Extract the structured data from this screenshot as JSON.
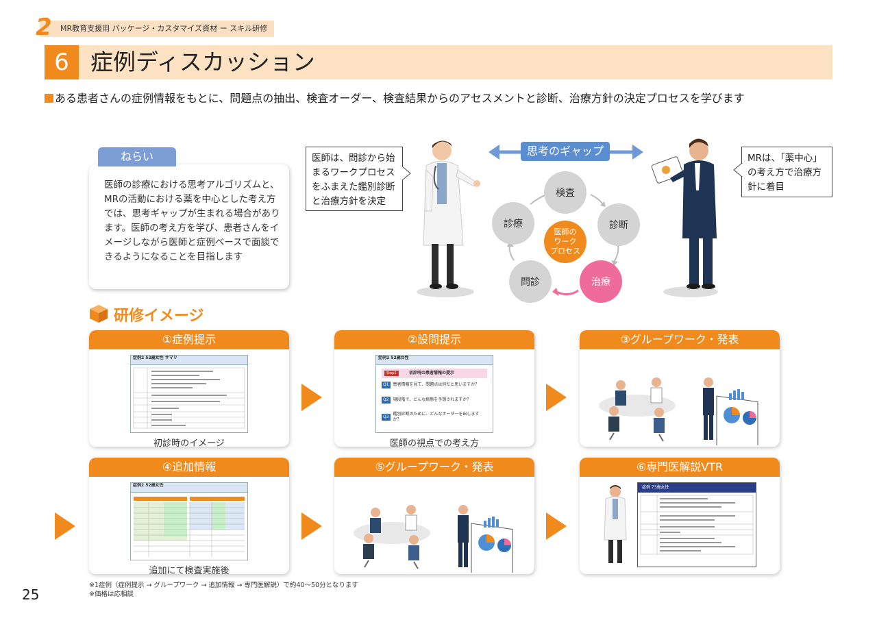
{
  "header": {
    "section_number": "2",
    "section_label": "MR教育支援用 パッケージ・カスタマイズ資材 ー スキル研修"
  },
  "title": {
    "number": "6",
    "text": "症例ディスカッション"
  },
  "lead": "ある患者さんの症例情報をもとに、問題点の抽出、検査オーダー、検査結果からのアセスメントと診断、治療方針の決定プロセスを学びます",
  "aim": {
    "tab": "ねらい",
    "text": "医師の診療における思考アルゴリズムと、MRの活動における薬を中心とした考え方では、思考ギャップが生まれる場合があります。医師の考え方を学び、患者さんをイメージしながら医師と症例ベースで面談できるようになることを目指します"
  },
  "doctor_bubble": "医師は、問診から始まるワークプロセスをふまえた鑑別診断と治療方針を決定",
  "mr_bubble": "MRは、「薬中心」の考え方で治療方針に着目",
  "gap_label": "思考のギャップ",
  "process": {
    "center": [
      "医師の",
      "ワーク",
      "プロセス"
    ],
    "nodes": {
      "exam": "検査",
      "diagnosis": "診断",
      "treatment": "治療",
      "interview": "問診",
      "care": "診療"
    }
  },
  "section2_title": "研修イメージ",
  "cards": [
    {
      "title": "①症例提示",
      "caption": "初診時のイメージ"
    },
    {
      "title": "②設問提示",
      "caption": "医師の視点での考え方"
    },
    {
      "title": "③グループワーク・発表",
      "caption": ""
    },
    {
      "title": "④追加情報",
      "caption": "追加にて検査実施後"
    },
    {
      "title": "⑤グループワーク・発表",
      "caption": ""
    },
    {
      "title": "⑥専門医解説VTR",
      "caption": ""
    }
  ],
  "screens": {
    "case1_title": "症例2 52歳女性",
    "case1_tag": "サマリ",
    "q_step": "Step1",
    "q_header": "初診時の患者情報の提示",
    "questions": [
      {
        "num": "Q1",
        "text": "患者情報を見て、問題点は何だと思いますか？"
      },
      {
        "num": "Q2",
        "text": "現段階で、どんな病態を予想されますか？"
      },
      {
        "num": "Q3",
        "text": "鑑別診断のために、どんなオーダーを出しますか？"
      }
    ],
    "vtr_title": "症例 73歳女性"
  },
  "footnotes": [
    "※1症例（症例提示 → グループワーク → 追加情報 → 専門医解説）で約40～50分となります",
    "※価格は応相談"
  ],
  "page_number": "25",
  "colors": {
    "accent": "#f08a1c",
    "accent_light": "#fde2c4",
    "blue": "#5b8ed1",
    "pink": "#ef6b9a",
    "gray_node": "#d4d4d4"
  }
}
